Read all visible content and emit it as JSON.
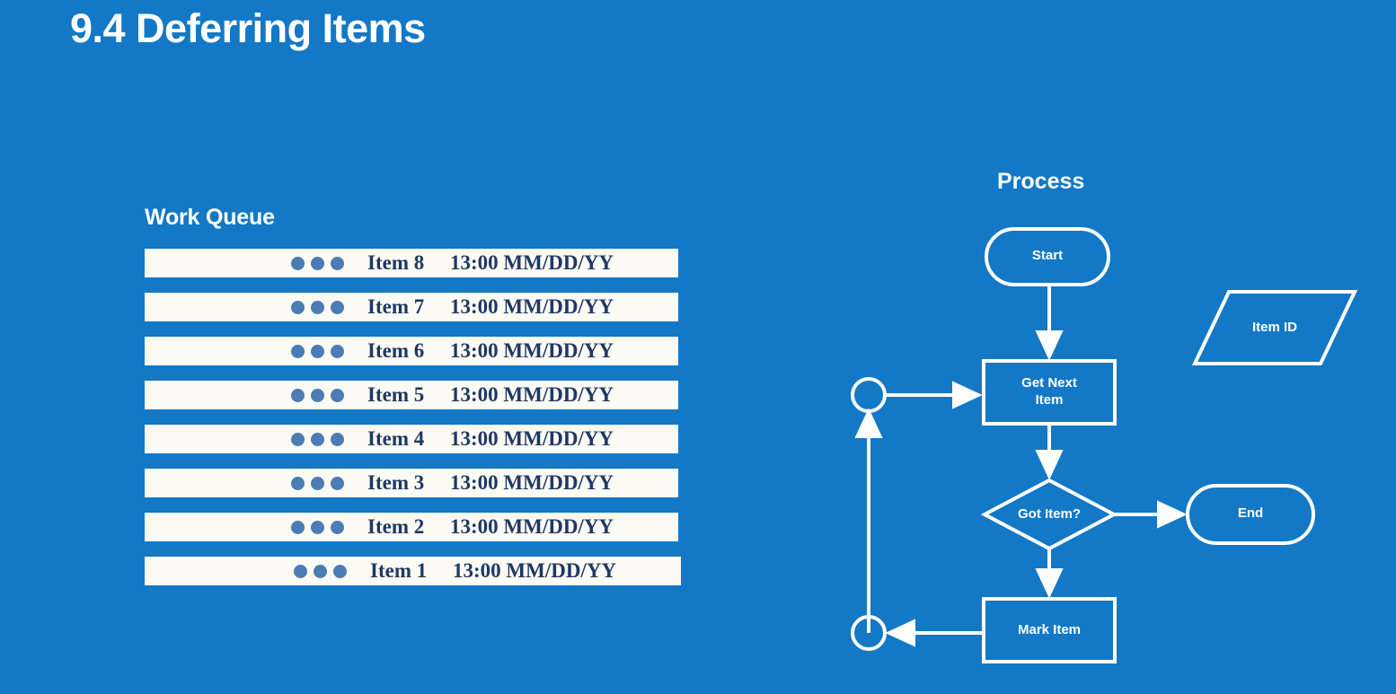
{
  "slide": {
    "title": "9.4 Deferring Items",
    "background_color": "#1379c6"
  },
  "work_queue": {
    "heading": "Work Queue",
    "row_background_color": "#fbfaf4",
    "text_color": "#1f3864",
    "dot_color": "#4a7cb5",
    "dots_per_row": 3,
    "rows": [
      {
        "label": "Item 8",
        "time": "13:00 MM/DD/YY"
      },
      {
        "label": "Item 7",
        "time": "13:00 MM/DD/YY"
      },
      {
        "label": "Item 6",
        "time": "13:00 MM/DD/YY"
      },
      {
        "label": "Item 5",
        "time": "13:00 MM/DD/YY"
      },
      {
        "label": "Item 4",
        "time": "13:00 MM/DD/YY"
      },
      {
        "label": "Item 3",
        "time": "13:00 MM/DD/YY"
      },
      {
        "label": "Item 2",
        "time": "13:00 MM/DD/YY"
      },
      {
        "label": "Item 1",
        "time": "13:00 MM/DD/YY"
      }
    ]
  },
  "process": {
    "heading": "Process",
    "stroke_color": "#ffffff",
    "nodes": {
      "start": {
        "label": "Start",
        "shape": "terminator"
      },
      "item_id": {
        "label": "Item ID",
        "shape": "data-parallelogram"
      },
      "get_next_item": {
        "label": "Get Next\nItem",
        "shape": "process-box"
      },
      "got_item": {
        "label": "Got Item?",
        "shape": "decision-diamond"
      },
      "end": {
        "label": "End",
        "shape": "terminator"
      },
      "mark_item": {
        "label": "Mark Item",
        "shape": "process-box"
      },
      "connector_top": {
        "label": "",
        "shape": "connector-circle"
      },
      "connector_bottom": {
        "label": "",
        "shape": "connector-circle"
      }
    }
  }
}
